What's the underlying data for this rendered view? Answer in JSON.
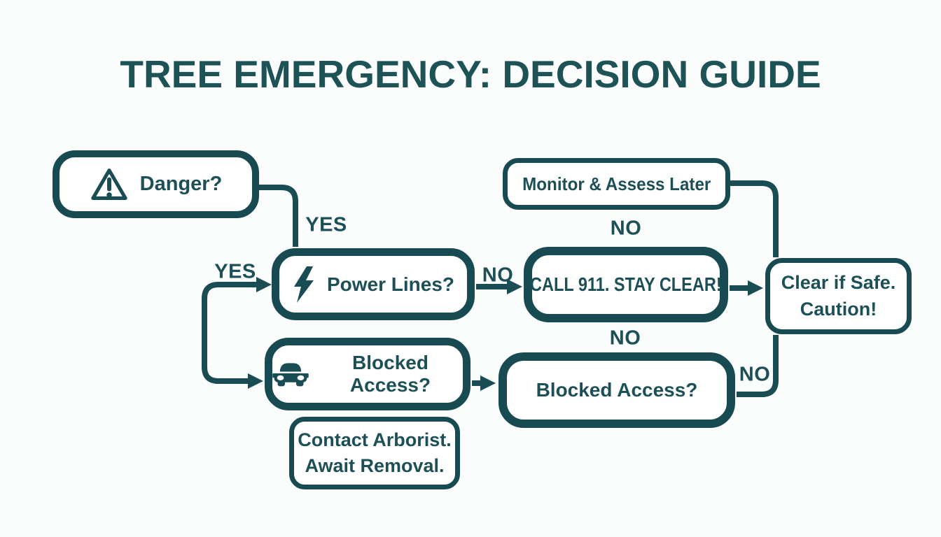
{
  "title": "TREE EMERGENCY: DECISION GUIDE",
  "colors": {
    "teal_stroke": "#1a4c53",
    "teal_text": "#1c5056",
    "background": "#fbfdfd",
    "node_fill": "#ffffff"
  },
  "nodes": {
    "danger": {
      "label": "Danger?",
      "icon": "warning-triangle-icon"
    },
    "power_lines": {
      "label": "Power Lines?",
      "icon": "lightning-bolt-icon"
    },
    "monitor_assess": {
      "label": "Monitor & Assess Later"
    },
    "call_911": {
      "label": "CALL 911. STAY CLEAR!"
    },
    "clear_if_safe": {
      "label_line1": "Clear if Safe.",
      "label_line2": "Caution!"
    },
    "blocked_access_vehicle": {
      "label": "Blocked Access?",
      "icon": "car-icon"
    },
    "blocked_access": {
      "label": "Blocked Access?"
    },
    "contact_arborist": {
      "label_line1": "Contact Arborist.",
      "label_line2": "Await Removal."
    }
  },
  "edge_labels": {
    "danger_yes": "YES",
    "left_branch_yes": "YES",
    "monitor_no": "NO",
    "power_lines_no": "NO",
    "call_911_no": "NO",
    "blocked_access_no": "NO"
  }
}
